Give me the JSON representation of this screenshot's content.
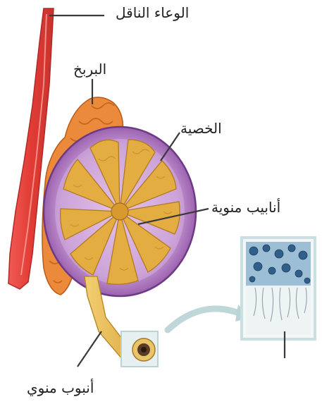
{
  "labels": {
    "vas_deferens": "الوعاء الناقل",
    "epididymis": "البربخ",
    "testis": "الخصية",
    "seminiferous_tubules": "أنابيب منوية",
    "seminiferous_tubule_section": "أنبوب منوي"
  },
  "colors": {
    "vas_deferens": "#e8473f",
    "epididymis": "#e98a3a",
    "testis_capsule": "#a46bb5",
    "tubules": "#e2a83c",
    "tubule_outline": "#b97a1e",
    "inset_frame": "#cfe3e6",
    "cell_blue": "#3c6f9b",
    "leader_line": "#3a3a3a"
  }
}
